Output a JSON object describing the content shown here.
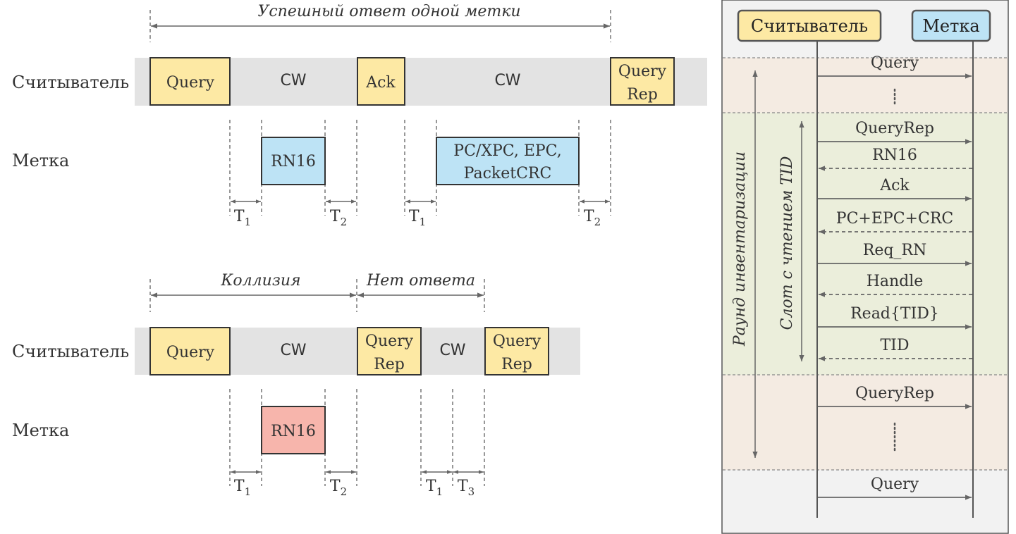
{
  "timing": {
    "top": {
      "title": "Успешный ответ одной метки",
      "reader_label": "Считыватель",
      "tag_label": "Метка",
      "reader_blocks": [
        {
          "lines": [
            "Query"
          ]
        },
        {
          "lines": [
            "Ack"
          ]
        },
        {
          "lines": [
            "Query",
            "Rep"
          ]
        }
      ],
      "cw_labels": [
        "CW",
        "CW"
      ],
      "tag_blocks": [
        {
          "lines": [
            "RN16"
          ],
          "color": "#bde3f5"
        },
        {
          "lines": [
            "PC/XPC, EPC,",
            "PacketCRC"
          ],
          "color": "#bde3f5"
        }
      ],
      "intervals": [
        {
          "base": "T",
          "sub": "1"
        },
        {
          "base": "T",
          "sub": "2"
        },
        {
          "base": "T",
          "sub": "1"
        },
        {
          "base": "T",
          "sub": "2"
        }
      ]
    },
    "bottom": {
      "collision_label": "Коллизия",
      "no_response_label": "Нет ответа",
      "reader_label": "Считыватель",
      "tag_label": "Метка",
      "reader_blocks": [
        {
          "lines": [
            "Query"
          ]
        },
        {
          "lines": [
            "Query",
            "Rep"
          ]
        },
        {
          "lines": [
            "Query",
            "Rep"
          ]
        }
      ],
      "cw_labels": [
        "CW",
        "CW"
      ],
      "tag_blocks": [
        {
          "lines": [
            "RN16"
          ],
          "color": "#f7b5ac"
        }
      ],
      "intervals": [
        {
          "base": "T",
          "sub": "1"
        },
        {
          "base": "T",
          "sub": "2"
        },
        {
          "base": "T",
          "sub": "1"
        },
        {
          "base": "T",
          "sub": "3"
        }
      ]
    }
  },
  "sequence": {
    "reader_label": "Считыватель",
    "tag_label": "Метка",
    "round_label": "Раунд инвентаризации",
    "slot_label": "Слот с чтением TID",
    "messages": [
      {
        "label": "Query",
        "dir": "to_tag",
        "style": "solid"
      },
      {
        "label": "QueryRep",
        "dir": "to_tag",
        "style": "solid"
      },
      {
        "label": "RN16",
        "dir": "to_reader",
        "style": "dashed"
      },
      {
        "label": "Ack",
        "dir": "to_tag",
        "style": "solid"
      },
      {
        "label": "PC+EPC+CRC",
        "dir": "to_reader",
        "style": "dashed"
      },
      {
        "label": "Req_RN",
        "dir": "to_tag",
        "style": "solid"
      },
      {
        "label": "Handle",
        "dir": "to_reader",
        "style": "dashed"
      },
      {
        "label": "Read{TID}",
        "dir": "to_tag",
        "style": "solid"
      },
      {
        "label": "TID",
        "dir": "to_reader",
        "style": "dashed"
      },
      {
        "label": "QueryRep",
        "dir": "to_tag",
        "style": "solid"
      },
      {
        "label": "Query",
        "dir": "to_tag",
        "style": "solid"
      }
    ],
    "ellipsis_count": 2
  },
  "colors": {
    "reader_fill": "#fde9a4",
    "tag_blue": "#bde3f5",
    "tag_red": "#f7b5ac",
    "cw_band": "#e3e3e3",
    "round_band": "#f4ebe2",
    "slot_band": "#ebeedb",
    "panel_bg": "#f2f2f2",
    "stroke": "#444444",
    "arrow": "#666666"
  }
}
